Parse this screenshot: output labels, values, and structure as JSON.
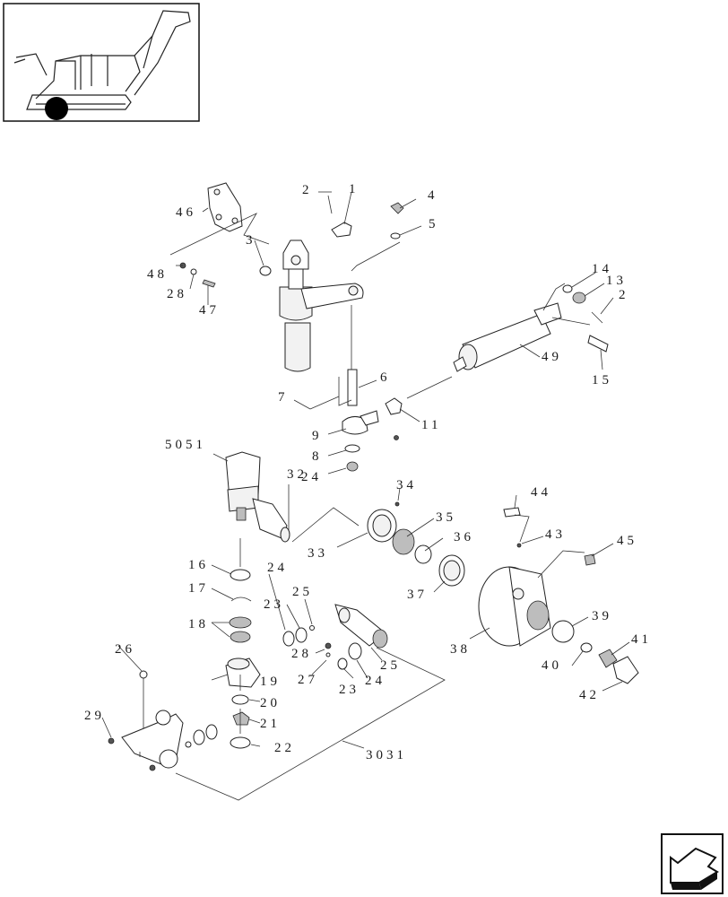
{
  "labels": {
    "l1": "1",
    "l2a": "2",
    "l2b": "2",
    "l3": "3",
    "l4": "4",
    "l5": "5",
    "l6": "6",
    "l7": "7",
    "l8": "8",
    "l9": "9",
    "l11": "11",
    "l13": "13",
    "l14": "14",
    "l15": "15",
    "l16": "16",
    "l17": "17",
    "l18": "18",
    "l19": "19",
    "l20": "20",
    "l21": "21",
    "l22": "22",
    "l23a": "23",
    "l23b": "23",
    "l24a": "24",
    "l24b": "24",
    "l24c": "24",
    "l25a": "25",
    "l25b": "25",
    "l26": "26",
    "l27": "27",
    "l28a": "28",
    "l28b": "28",
    "l29": "29",
    "l3031": "3031",
    "l32": "32",
    "l33": "33",
    "l34": "34",
    "l35": "35",
    "l36": "36",
    "l37": "37",
    "l38": "38",
    "l39": "39",
    "l40": "40",
    "l41": "41",
    "l42": "42",
    "l43": "43",
    "l44": "44",
    "l45": "45",
    "l46": "46",
    "l47": "47",
    "l48": "48",
    "l49": "49",
    "l5051": "5051"
  }
}
